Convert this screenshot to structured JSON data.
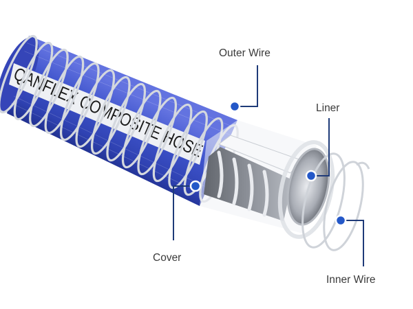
{
  "diagram": {
    "brand_text": "QANFLEX COMPOSITE HOSE",
    "labels": {
      "outer_wire": "Outer Wire",
      "liner": "Liner",
      "cover": "Cover",
      "inner_wire": "Inner Wire"
    },
    "colors": {
      "cover_blue": "#3a4fc4",
      "leader_navy": "#1e3a78",
      "callout_dot": "#2458c8",
      "wire_silver": "#d4d8de"
    }
  }
}
